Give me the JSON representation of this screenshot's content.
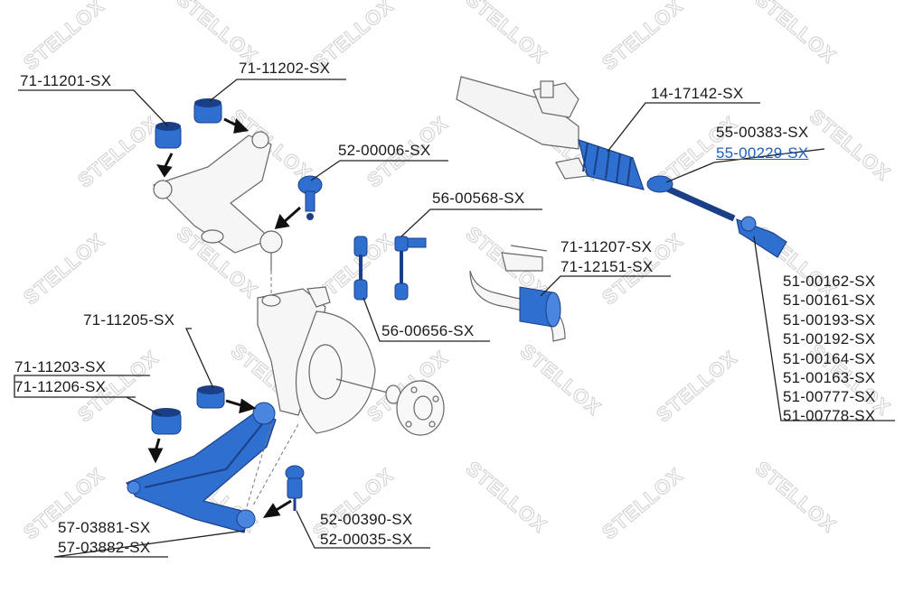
{
  "watermark": {
    "text": "STELLOX",
    "color": "#cfcfcf"
  },
  "colors": {
    "part_fill": "#2f6fd0",
    "part_dark": "#1b3f86",
    "outline": "#555555",
    "leader": "#222222",
    "highlight": "#1f5fbf"
  },
  "labels": {
    "l_71_11201": "71-11201-SX",
    "l_71_11202": "71-11202-SX",
    "l_52_00006": "52-00006-SX",
    "l_56_00568": "56-00568-SX",
    "l_14_17142": "14-17142-SX",
    "l_55_00383": "55-00383-SX",
    "l_55_00229": "55-00229-SX",
    "l_71_11207": "71-11207-SX",
    "l_71_12151": "71-12151-SX",
    "l_56_00656": "56-00656-SX",
    "l_71_11205": "71-11205-SX",
    "l_71_11203": "71-11203-SX",
    "l_71_11206": "71-11206-SX",
    "l_51_00162": "51-00162-SX",
    "l_51_00161": "51-00161-SX",
    "l_51_00193": "51-00193-SX",
    "l_51_00192": "51-00192-SX",
    "l_51_00164": "51-00164-SX",
    "l_51_00163": "51-00163-SX",
    "l_51_00777": "51-00777-SX",
    "l_51_00778": "51-00778-SX",
    "l_57_03881": "57-03881-SX",
    "l_57_03882": "57-03882-SX",
    "l_52_00390": "52-00390-SX",
    "l_52_00035": "52-00035-SX"
  }
}
